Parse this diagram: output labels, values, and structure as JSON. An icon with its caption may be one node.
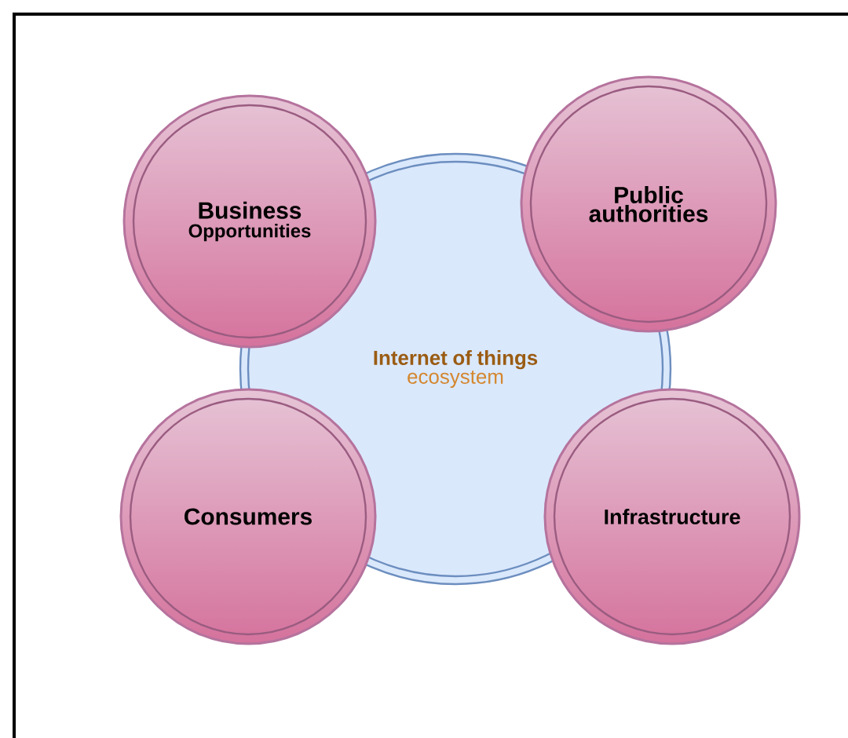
{
  "diagram": {
    "nodes": [
      {
        "text": [
          "Internet of things",
          "ecosystem"
        ]
      },
      {
        "text": [
          "Business",
          "Opportunities"
        ]
      },
      {
        "text": [
          "Public authorities"
        ]
      },
      {
        "text": [
          "Consumers"
        ]
      },
      {
        "text": [
          "Infrastructure"
        ]
      }
    ],
    "edges": []
  }
}
